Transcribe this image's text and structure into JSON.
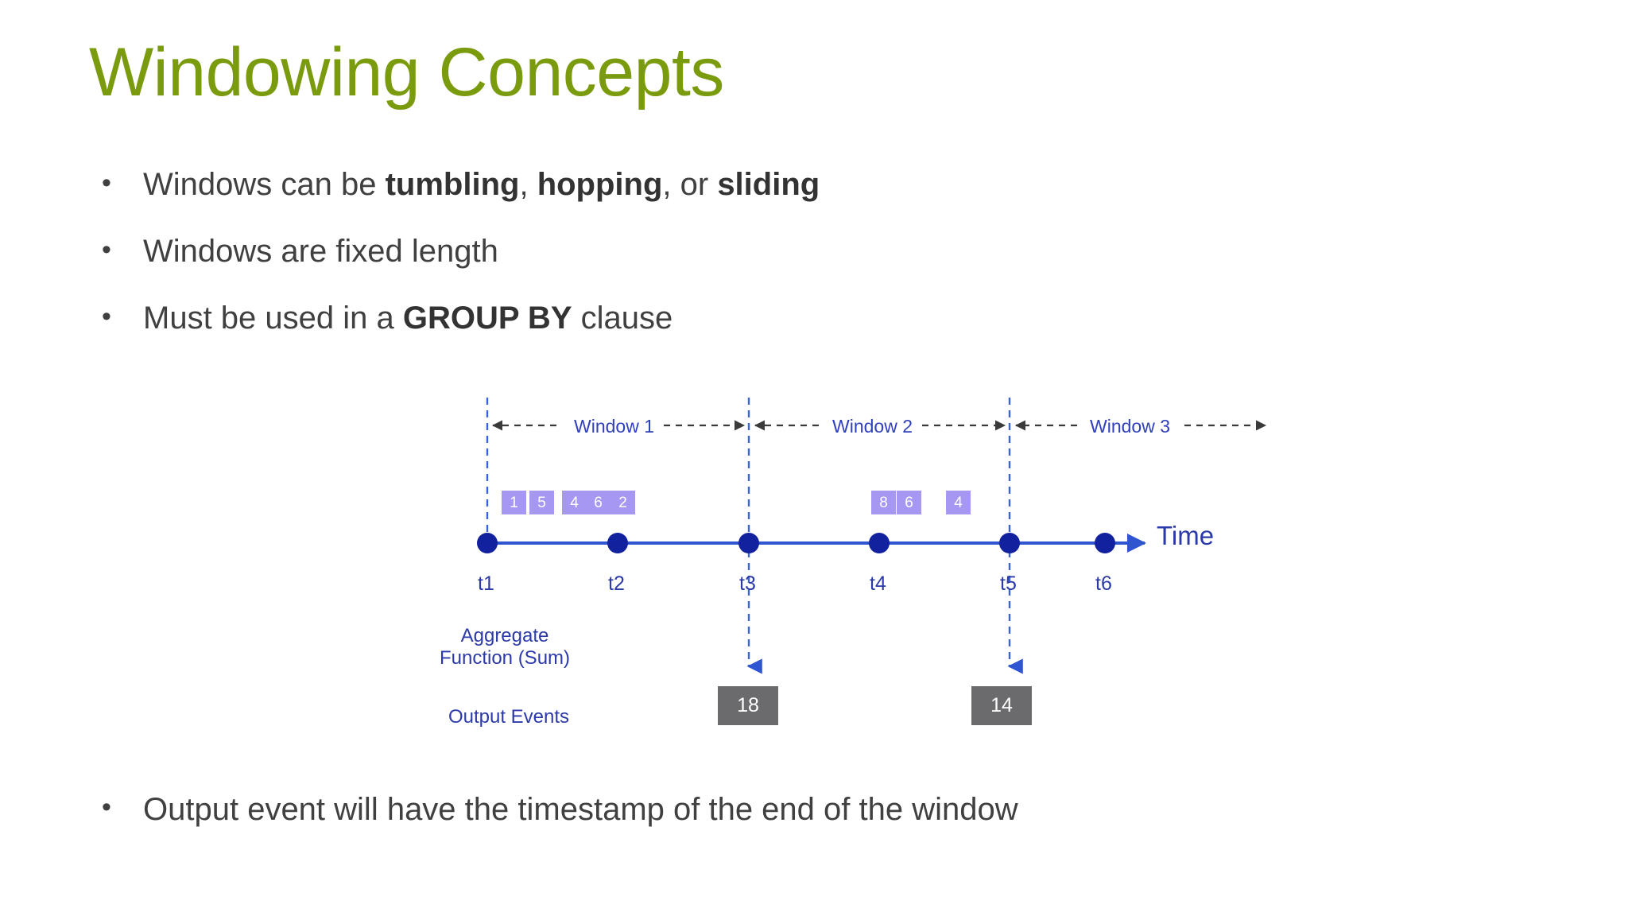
{
  "slide": {
    "title": "Windowing Concepts",
    "bullets": [
      {
        "id": "bullet-windows-types",
        "segments": [
          {
            "text": "Windows can be ",
            "bold": false
          },
          {
            "text": "tumbling",
            "bold": true
          },
          {
            "text": ", ",
            "bold": false
          },
          {
            "text": "hopping",
            "bold": true
          },
          {
            "text": ", or ",
            "bold": false
          },
          {
            "text": "sliding",
            "bold": true
          }
        ]
      },
      {
        "id": "bullet-fixed-length",
        "segments": [
          {
            "text": "Windows are fixed length",
            "bold": false
          }
        ]
      },
      {
        "id": "bullet-group-by",
        "segments": [
          {
            "text": "Must be used in a ",
            "bold": false
          },
          {
            "text": "GROUP BY",
            "bold": true
          },
          {
            "text": " clause",
            "bold": false
          }
        ]
      }
    ],
    "bottom_bullet": {
      "id": "bullet-output-timestamp",
      "text": "Output event will have the timestamp of the end of the window"
    },
    "bullet_marker": "•"
  },
  "diagram": {
    "window_labels": [
      "Window 1",
      "Window 2",
      "Window 3"
    ],
    "time_axis_label": "Time",
    "time_ticks": [
      "t1",
      "t2",
      "t3",
      "t4",
      "t5",
      "t6"
    ],
    "aggregate_label_line1": "Aggregate",
    "aggregate_label_line2": "Function (Sum)",
    "output_events_label": "Output Events",
    "input_events": [
      {
        "value": "1",
        "window": "Window 1"
      },
      {
        "value": "5",
        "window": "Window 1"
      },
      {
        "value": "4",
        "window": "Window 1"
      },
      {
        "value": "6",
        "window": "Window 1"
      },
      {
        "value": "2",
        "window": "Window 1"
      },
      {
        "value": "8",
        "window": "Window 2"
      },
      {
        "value": "6",
        "window": "Window 2"
      },
      {
        "value": "4",
        "window": "Window 3"
      }
    ],
    "output_events": [
      {
        "value": "18",
        "window": "Window 1",
        "timestamp": "t3"
      },
      {
        "value": "14",
        "window": "Window 2",
        "timestamp": "t5"
      }
    ],
    "colors": {
      "title_green": "#7b9b0e",
      "body_gray": "#404040",
      "diagram_blue": "#2b3aa8",
      "axis_blue": "#2f56d0",
      "event_purple": "#a697f2",
      "output_gray": "#6b6b6e",
      "dash_dark": "#3a3a3a"
    }
  }
}
